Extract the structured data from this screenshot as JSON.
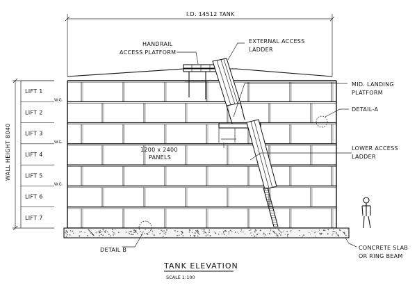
{
  "diagram": {
    "dimension_label": "I.D. 14512 TANK",
    "wall_height_label": "WALL HEIGHT 8040",
    "lifts": [
      "LIFT 1",
      "LIFT 2",
      "LIFT 3",
      "LIFT 4",
      "LIFT 5",
      "LIFT 6",
      "LIFT 7"
    ],
    "wg_label": "W.G.",
    "panels_label_1": "1200 x 2400",
    "panels_label_2": "PANELS",
    "callouts": {
      "handrail_1": "HANDRAIL",
      "handrail_2": "ACCESS PLATFORM",
      "ext_ladder_1": "EXTERNAL ACCESS",
      "ext_ladder_2": "LADDER",
      "mid_landing_1": "MID. LANDING",
      "mid_landing_2": "PLATFORM",
      "detail_a": "DETAIL-A",
      "lower_ladder_1": "LOWER ACCESS",
      "lower_ladder_2": "LADDER",
      "detail_b": "DETAIL B",
      "concrete_1": "CONCRETE SLAB",
      "concrete_2": "OR RING BEAM"
    },
    "title": "TANK ELEVATION",
    "scale": "SCALE 1:100"
  }
}
